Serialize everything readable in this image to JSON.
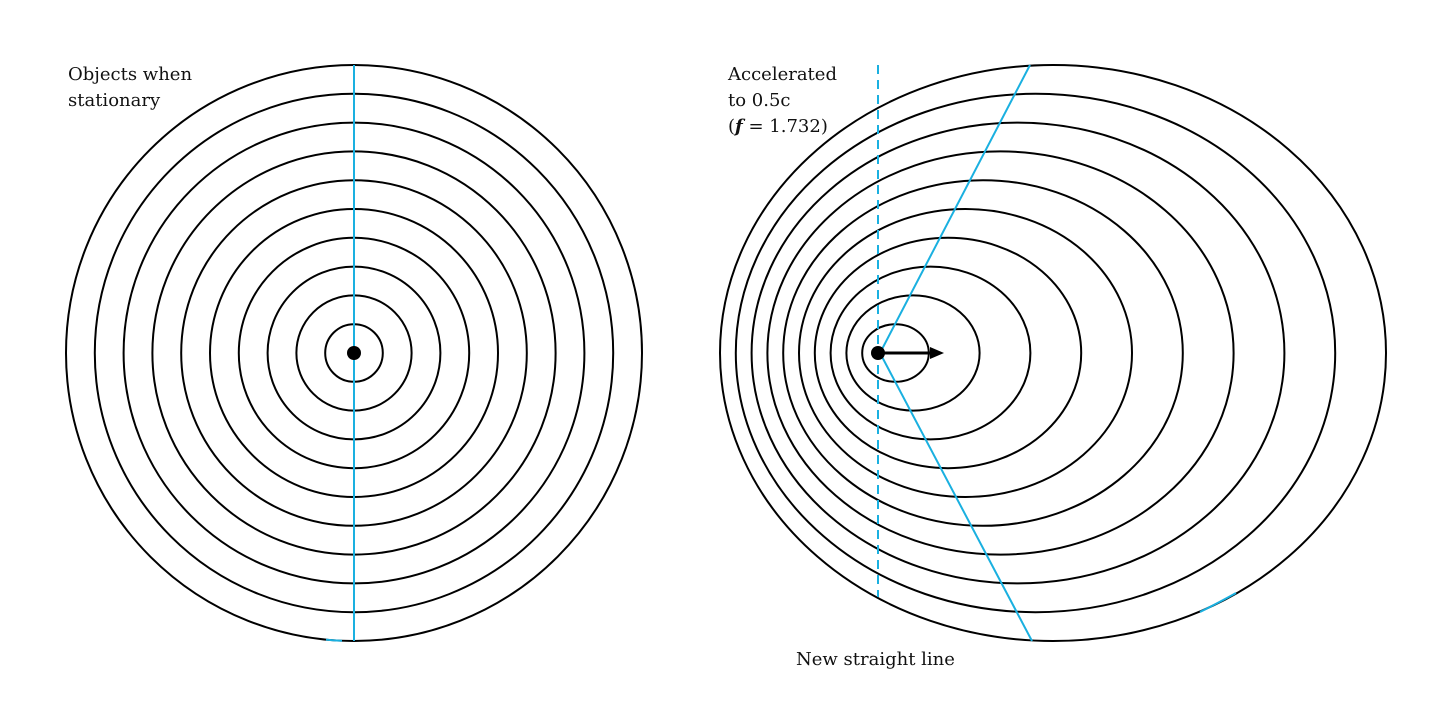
{
  "left_panel": {
    "label_line1": "Objects when",
    "label_line2": "stationary"
  },
  "right_panel": {
    "label_line1": "Accelerated",
    "label_line2": "to 0.5c",
    "label_f": "f",
    "label_f_value": " = 1.732)",
    "label_open": "(",
    "bottom_label": "New straight line"
  },
  "rings": 10,
  "speed_fraction_c": 0.5,
  "colors": {
    "line": "#000000",
    "accent": "#1ab0e0"
  }
}
